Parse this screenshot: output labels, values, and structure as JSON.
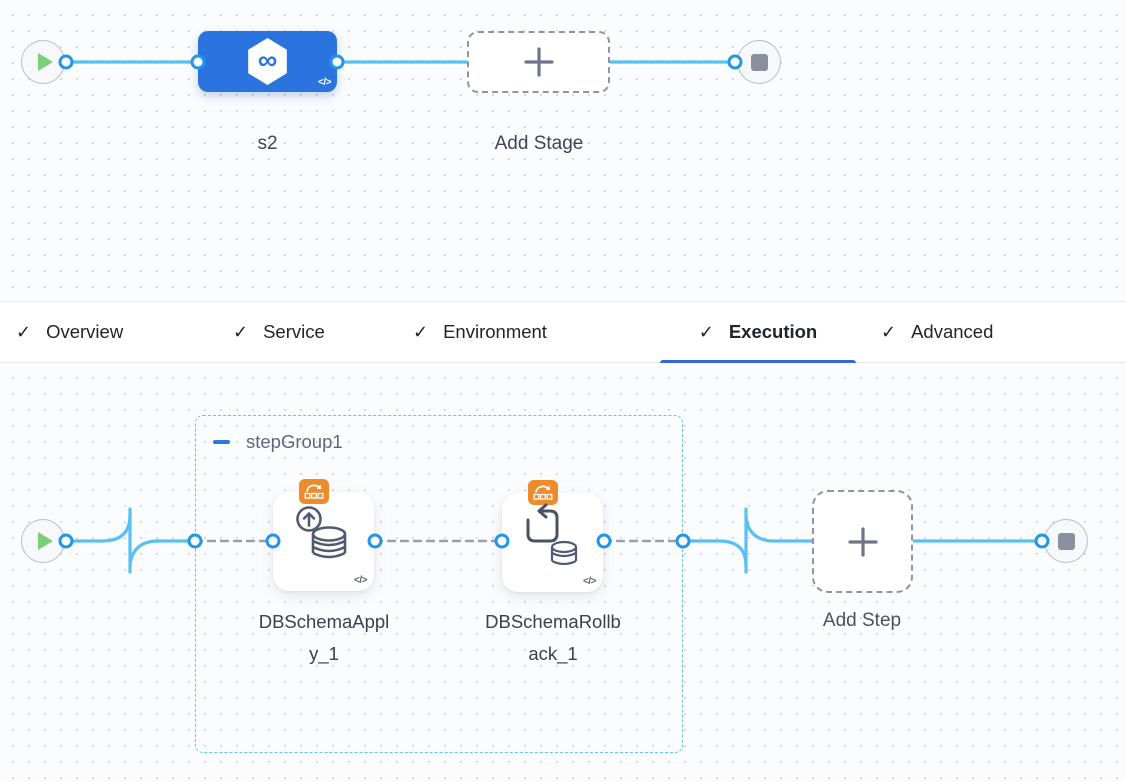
{
  "stage_pipeline": {
    "stage": {
      "name": "s2"
    },
    "add_stage": {
      "label": "Add Stage"
    }
  },
  "tabs": {
    "items": [
      {
        "label": "Overview",
        "checked": true,
        "active": false
      },
      {
        "label": "Service",
        "checked": true,
        "active": false
      },
      {
        "label": "Environment",
        "checked": true,
        "active": false
      },
      {
        "label": "Execution",
        "checked": true,
        "active": true
      },
      {
        "label": "Advanced",
        "checked": true,
        "active": false
      }
    ]
  },
  "execution": {
    "step_group": {
      "name": "stepGroup1"
    },
    "steps": [
      {
        "name": "DBSchemaApply_1",
        "label_lines": [
          "DBSchemaAppl",
          "y_1"
        ]
      },
      {
        "name": "DBSchemaRollback_1",
        "label_lines": [
          "DBSchemaRollb",
          "ack_1"
        ]
      }
    ],
    "add_step": {
      "label": "Add Step"
    }
  },
  "icons": {
    "check": "✓",
    "code": "</>",
    "infinity": "∞"
  },
  "colors": {
    "stage_blue": "#2b74df",
    "connector_blue": "#58c1f0",
    "port_ring": "#2196e8",
    "group_border": "#5fc5e9",
    "tab_underline": "#3567d0",
    "badge_orange": "#ee8b2d",
    "play_green": "#7ccf76",
    "stop_gray": "#8b90a0"
  }
}
